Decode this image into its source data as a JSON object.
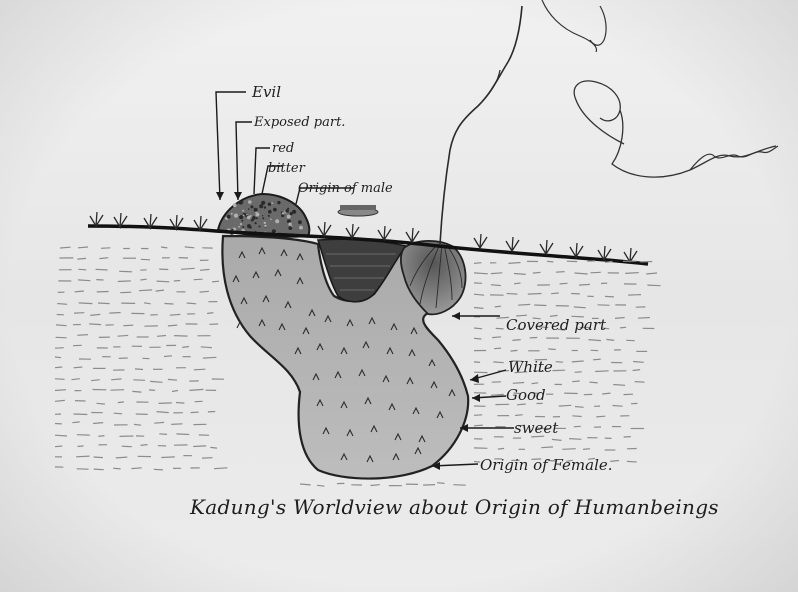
{
  "diagram": {
    "labels": {
      "evil": "Evil",
      "exposed_part": "Exposed part.",
      "red": "red",
      "bitter": "bitter",
      "origin_of_male": "Origin of male",
      "covered_part": "Covered part",
      "white": "White",
      "good": "Good",
      "sweet": "sweet",
      "origin_of_female": "Origin of Female."
    },
    "caption": "Kadung's Worldview about Origin of Humanbeings"
  }
}
